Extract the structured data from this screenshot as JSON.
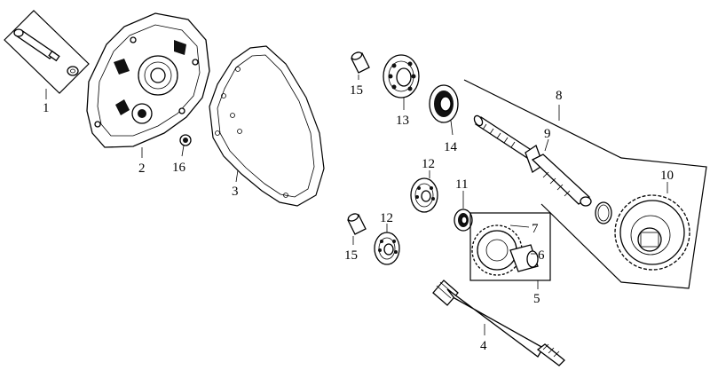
{
  "parts": [
    {
      "id": "1",
      "label": "1"
    },
    {
      "id": "2",
      "label": "2"
    },
    {
      "id": "3",
      "label": "3"
    },
    {
      "id": "4",
      "label": "4"
    },
    {
      "id": "5",
      "label": "5"
    },
    {
      "id": "6",
      "label": "6"
    },
    {
      "id": "7",
      "label": "7"
    },
    {
      "id": "8",
      "label": "8"
    },
    {
      "id": "9",
      "label": "9"
    },
    {
      "id": "10",
      "label": "10"
    },
    {
      "id": "11",
      "label": "11"
    },
    {
      "id": "12a",
      "label": "12"
    },
    {
      "id": "12b",
      "label": "12"
    },
    {
      "id": "13",
      "label": "13"
    },
    {
      "id": "14",
      "label": "14"
    },
    {
      "id": "15a",
      "label": "15"
    },
    {
      "id": "15b",
      "label": "15"
    },
    {
      "id": "16",
      "label": "16"
    }
  ]
}
